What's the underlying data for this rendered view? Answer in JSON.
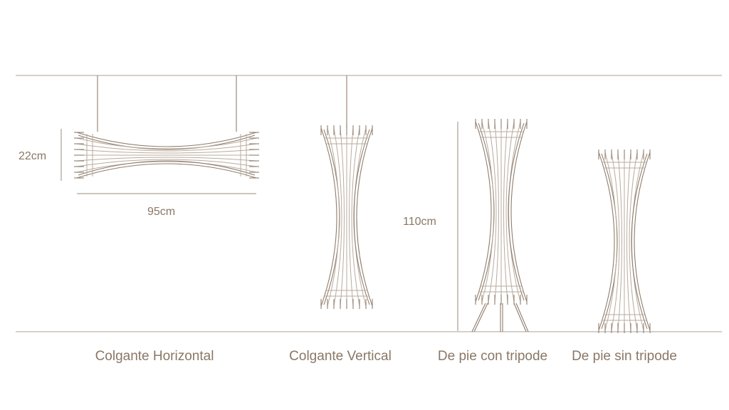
{
  "dimensions": {
    "height_horizontal": "22cm",
    "width_horizontal": "95cm",
    "height_floor": "110cm"
  },
  "captions": {
    "colgante_horizontal": "Colgante Horizontal",
    "colgante_vertical": "Colgante Vertical",
    "de_pie_con_tripode": "De pie con tripode",
    "de_pie_sin_tripode": "De pie sin tripode"
  },
  "colors": {
    "line": "#8f7d6d",
    "text": "#8a7766",
    "guide": "#b0a192"
  }
}
